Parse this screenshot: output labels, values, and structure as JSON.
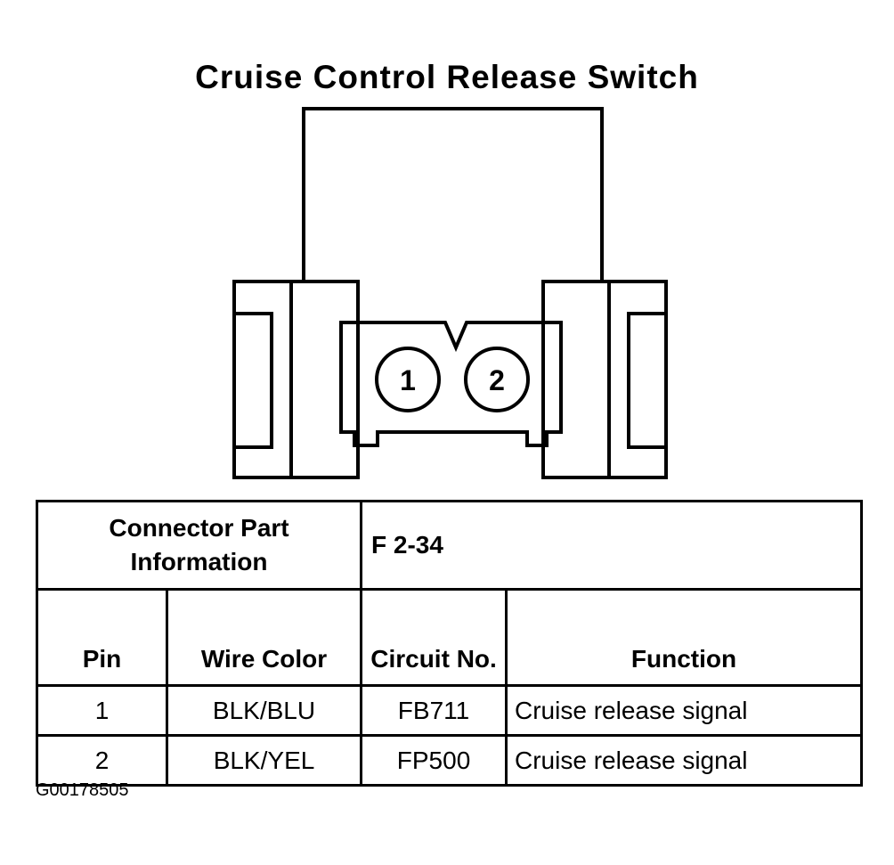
{
  "title": "Cruise Control Release Switch",
  "connector": {
    "pins": [
      {
        "label": "1"
      },
      {
        "label": "2"
      }
    ]
  },
  "table": {
    "part_info_label": "Connector Part Information",
    "part_number": "F 2-34",
    "headers": {
      "pin": "Pin",
      "wire_color": "Wire Color",
      "circuit_no": "Circuit No.",
      "function": "Function"
    },
    "rows": [
      {
        "pin": "1",
        "wire_color": "BLK/BLU",
        "circuit_no": "FB711",
        "function": "Cruise release signal"
      },
      {
        "pin": "2",
        "wire_color": "BLK/YEL",
        "circuit_no": "FP500",
        "function": "Cruise release signal"
      }
    ]
  },
  "figure_id": "G00178505"
}
